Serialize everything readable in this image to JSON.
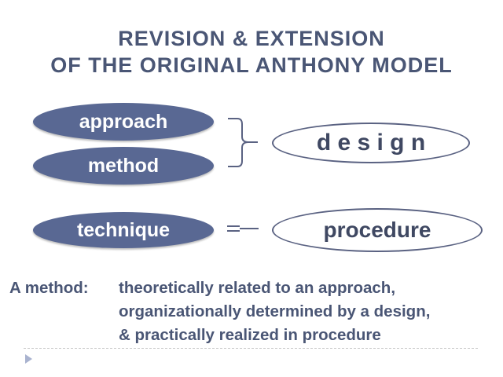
{
  "title": {
    "line1": "REVISION  &  EXTENSION",
    "line2": "OF  THE ORIGINAL  ANTHONY  MODEL"
  },
  "diagram": {
    "left_items": [
      "approach",
      "method",
      "technique"
    ],
    "right_items": [
      "d e s i g n",
      "procedure"
    ]
  },
  "definition": {
    "label": "A method:",
    "lines": [
      "theoretically related to an approach,",
      "organizationally determined by a design,",
      "& practically realized in procedure"
    ]
  },
  "colors": {
    "title": "#4a5675",
    "pill_fill": "#596893",
    "oval_border": "#5a6282"
  },
  "icons": {
    "next_slide": "triangle-right-icon"
  }
}
